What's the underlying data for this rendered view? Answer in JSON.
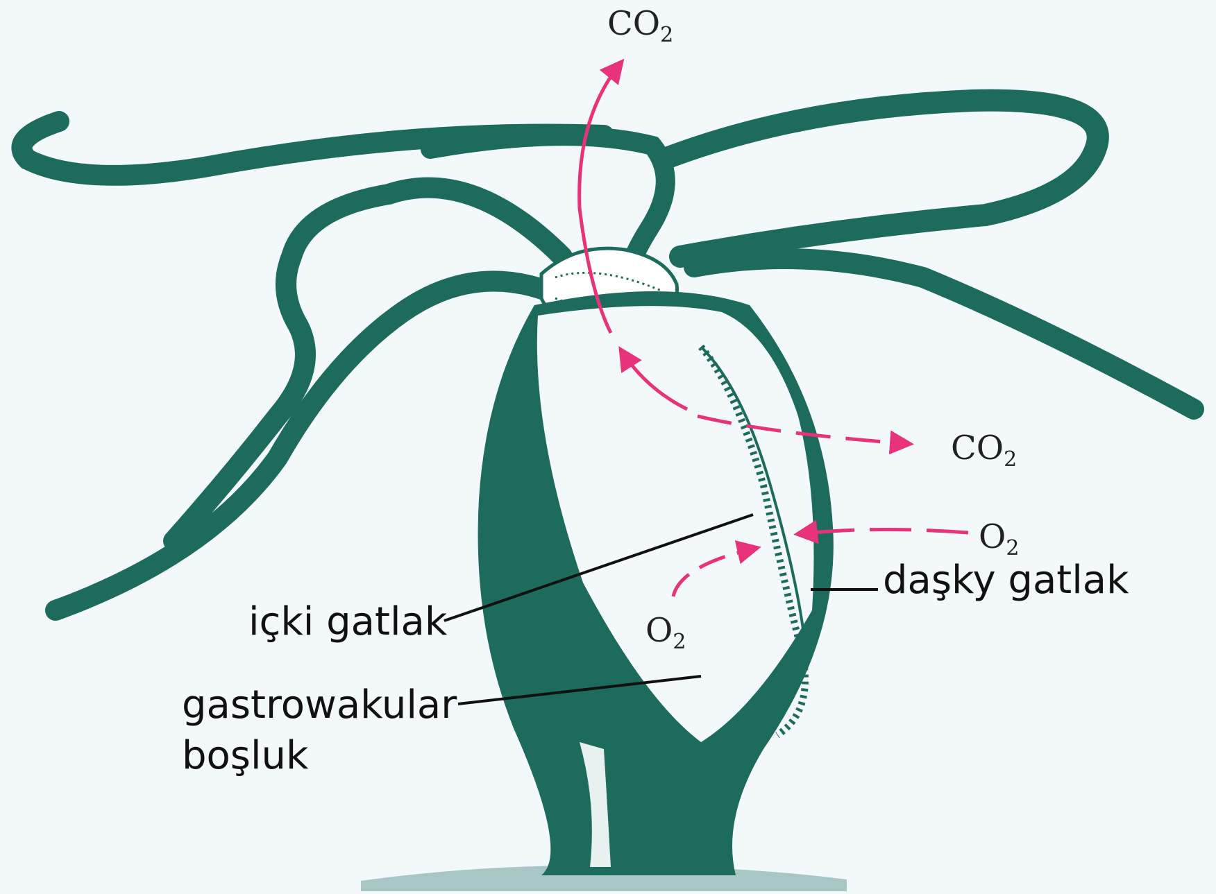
{
  "colors": {
    "body": "#1c6b5c",
    "arrow": "#e8337a",
    "background": "#f3f8fa",
    "leader": "#111111"
  },
  "labels": {
    "inner_layer": "içki gatlak",
    "outer_layer": "daşky gatlak",
    "cavity_line1": "gastrowakular",
    "cavity_line2": "boşluk"
  },
  "gases": {
    "co2_top": {
      "base": "CO",
      "sub": "2"
    },
    "co2_right": {
      "base": "CO",
      "sub": "2"
    },
    "o2_right": {
      "base": "O",
      "sub": "2"
    },
    "o2_inside": {
      "base": "O",
      "sub": "2"
    }
  }
}
